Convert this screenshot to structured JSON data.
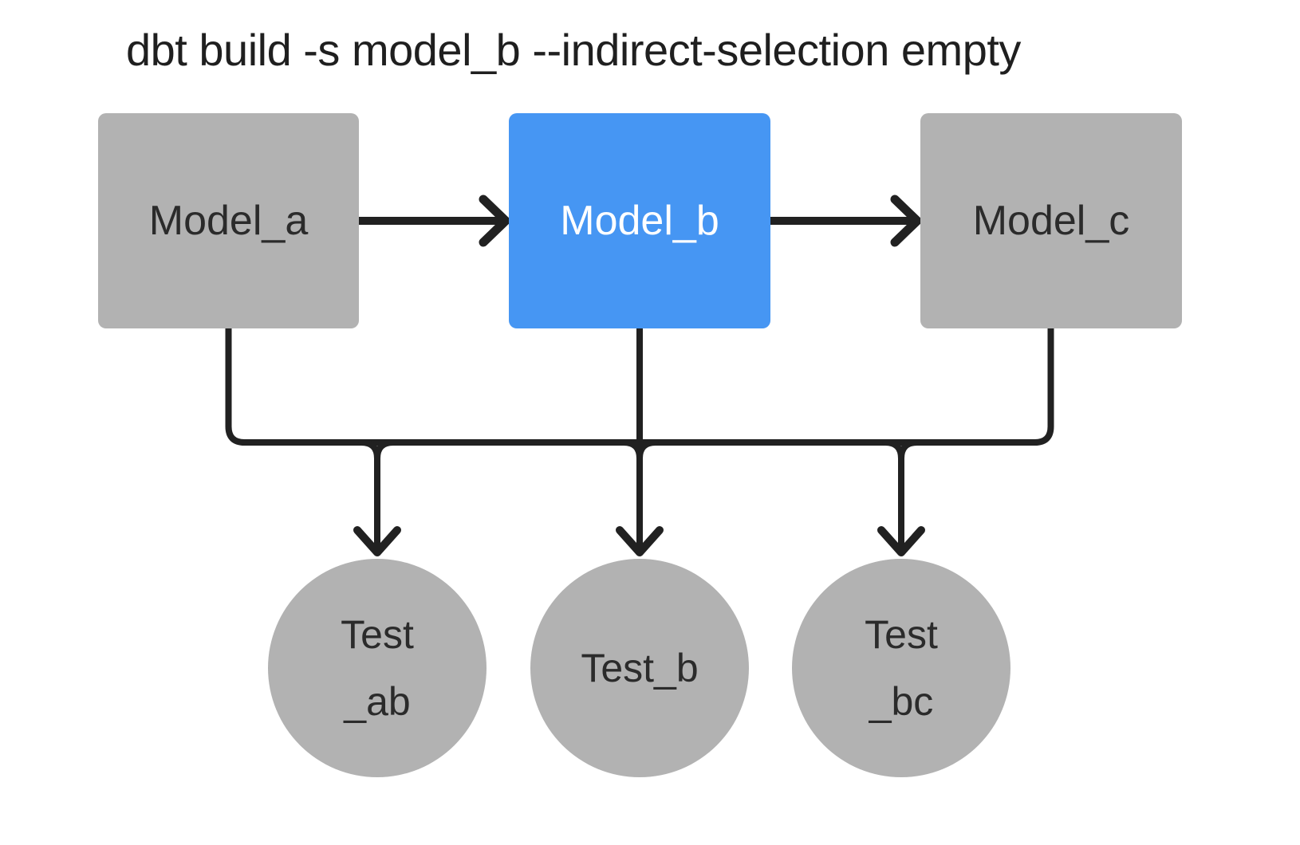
{
  "title": "dbt build -s model_b --indirect-selection empty",
  "colors": {
    "background": "#ffffff",
    "node_gray": "#b2b2b2",
    "selected_blue": "#4696f3",
    "connector": "#212121",
    "title_text": "#1f1f1f",
    "node_text_dark": "#2b2b2b",
    "node_text_light": "#ffffff"
  },
  "models": [
    {
      "id": "model_a",
      "label": "Model_a",
      "selected": false
    },
    {
      "id": "model_b",
      "label": "Model_b",
      "selected": true
    },
    {
      "id": "model_c",
      "label": "Model_c",
      "selected": false
    }
  ],
  "tests": [
    {
      "id": "test_ab",
      "line1": "Test",
      "line2": "_ab"
    },
    {
      "id": "test_b",
      "line1": "Test_b",
      "line2": ""
    },
    {
      "id": "test_bc",
      "line1": "Test",
      "line2": "_bc"
    }
  ],
  "edges": [
    "model_a -> model_b",
    "model_b -> model_c",
    "model_a -> test_ab",
    "model_b -> test_ab",
    "model_b -> test_b",
    "model_b -> test_bc",
    "model_c -> test_bc"
  ]
}
